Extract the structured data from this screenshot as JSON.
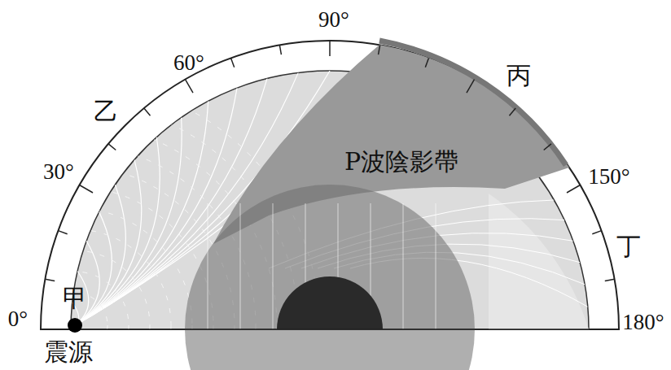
{
  "diagram": {
    "labels": [
      "90°",
      "60°",
      "30°",
      "0°",
      "180°",
      "150°",
      "甲",
      "乙",
      "丙",
      "丁",
      "P波陰影帶",
      "震源"
    ]
  }
}
